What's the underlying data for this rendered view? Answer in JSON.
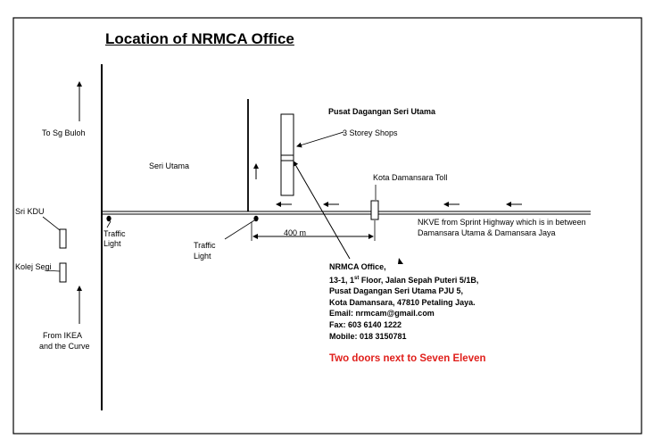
{
  "title": "Location of NRMCA Office",
  "labels": {
    "to_sg_buloh": "To Sg Buloh",
    "seri_utama": "Seri Utama",
    "pusat_dagangan": "Pusat Dagangan Seri Utama",
    "storey_shops": "3 Storey Shops",
    "kota_damansara_toll": "Kota Damansara Toll",
    "sri_kdu": "Sri KDU",
    "traffic_light_1_line1": "Traffic",
    "traffic_light_1_line2": "Light",
    "traffic_light_2_line1": "Traffic",
    "traffic_light_2_line2": "Light",
    "distance": "400 m",
    "nkve_line1": "NKVE from Sprint Highway which is in between",
    "nkve_line2": "Damansara Utama & Damansara Jaya",
    "kolej_segi": "Kolej Segi",
    "from_ikea_line1": "From IKEA",
    "from_ikea_line2": "and the Curve"
  },
  "address": {
    "name": "NRMCA Office,",
    "line1_pre": "13-1, 1",
    "line1_sup": "st",
    "line1_post": " Floor, Jalan Sepah Puteri 5/1B,",
    "line2": "Pusat Dagangan Seri Utama PJU 5,",
    "line3": "Kota Damansara, 47810 Petaling Jaya.",
    "email": "Email: nrmcam@gmail.com",
    "fax": "Fax: 603 6140 1222",
    "mobile": "Mobile: 018 3150781"
  },
  "note": "Two doors next to Seven Eleven",
  "colors": {
    "note": "#e0201c",
    "lines": "#000000"
  }
}
